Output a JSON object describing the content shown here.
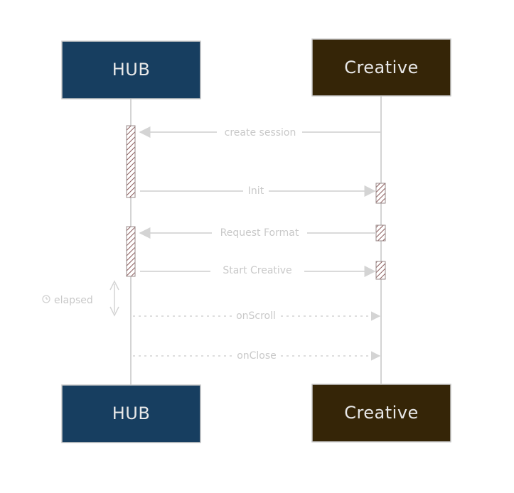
{
  "participants": {
    "hub": {
      "label": "HUB",
      "fill": "#173e60"
    },
    "creative": {
      "label": "Creative",
      "fill": "#352507"
    }
  },
  "messages": [
    {
      "id": "create-session",
      "label": "create session",
      "from": "creative",
      "to": "hub",
      "style": "solid"
    },
    {
      "id": "init",
      "label": "Init",
      "from": "hub",
      "to": "creative",
      "style": "solid"
    },
    {
      "id": "request-format",
      "label": "Request Format",
      "from": "creative",
      "to": "hub",
      "style": "solid"
    },
    {
      "id": "start-creative",
      "label": "Start Creative",
      "from": "hub",
      "to": "creative",
      "style": "solid"
    },
    {
      "id": "on-scroll",
      "label": "onScroll",
      "from": "hub",
      "to": "creative",
      "style": "dotted"
    },
    {
      "id": "on-close",
      "label": "onClose",
      "from": "hub",
      "to": "creative",
      "style": "dotted"
    }
  ],
  "elapsed_note": {
    "icon": "clock-icon",
    "label": "elapsed"
  },
  "colors": {
    "line": "#d4d4d4",
    "activation_stroke": "#8c7a7a",
    "activation_hatch": "#7a4e4e"
  }
}
